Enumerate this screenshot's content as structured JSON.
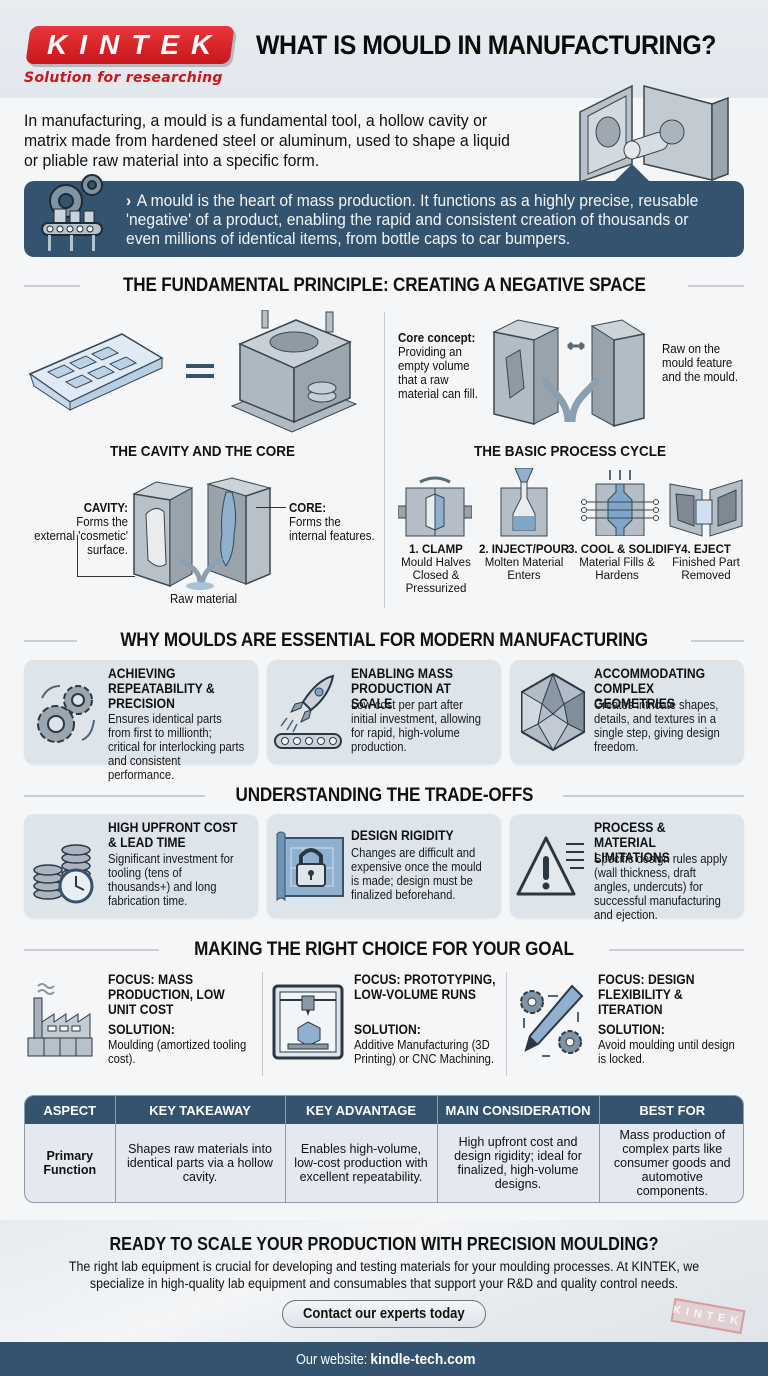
{
  "header": {
    "logo": "KINTEK",
    "tagline": "Solution for researching",
    "title": "WHAT IS MOULD IN MANUFACTURING?"
  },
  "intro": {
    "text": "In manufacturing, a mould is a fundamental tool, a hollow cavity or matrix made from hardened steel or aluminum, used to shape a liquid or pliable raw material into a specific form.",
    "callout": "A mould is the heart of mass production. It functions as a highly precise, reusable 'negative' of a product, enabling the rapid and consistent creation of thousands or even millions of identical items, from bottle caps to car bumpers.",
    "callout_chevron": "›"
  },
  "principle": {
    "title": "THE FUNDAMENTAL PRINCIPLE: CREATING A NEGATIVE SPACE",
    "equals": "=",
    "core_concept_label": "Core concept:",
    "core_concept_text": "Providing an empty volume that a raw material can fill.",
    "right_note": "Raw on the mould feature and the mould."
  },
  "cavity_core": {
    "title": "THE CAVITY AND THE CORE",
    "cavity_label": "CAVITY:",
    "cavity_text": "Forms the external 'cosmetic' surface.",
    "core_label": "CORE:",
    "core_text": "Forms the internal features.",
    "raw_label": "Raw material"
  },
  "process": {
    "title": "THE BASIC PROCESS CYCLE",
    "steps": [
      {
        "num": "1. CLAMP",
        "desc": "Mould Halves Closed & Pressurized"
      },
      {
        "num": "2. INJECT/POUR",
        "desc": "Molten Material Enters"
      },
      {
        "num": "3. COOL & SOLIDIFY",
        "desc": "Material Fills & Hardens"
      },
      {
        "num": "4. EJECT",
        "desc": "Finished Part Removed"
      }
    ]
  },
  "essential": {
    "title": "WHY MOULDS ARE ESSENTIAL FOR MODERN MANUFACTURING",
    "cards": [
      {
        "title": "ACHIEVING REPEATABILITY & PRECISION",
        "desc": "Ensures identical parts from first to millionth; critical for interlocking parts and consistent performance.",
        "icon": "gears-icon"
      },
      {
        "title": "ENABLING MASS PRODUCTION AT SCALE",
        "desc": "Low cost per part after initial investment, allowing for rapid, high-volume production.",
        "icon": "rocket-icon"
      },
      {
        "title": "ACCOMMODATING COMPLEX GEOMETRIES",
        "desc": "Creates intricate shapes, details, and textures in a single step, giving design freedom.",
        "icon": "polyhedron-icon"
      }
    ]
  },
  "tradeoffs": {
    "title": "UNDERSTANDING THE TRADE-OFFS",
    "cards": [
      {
        "title": "HIGH UPFRONT COST & LEAD TIME",
        "desc": "Significant investment for tooling (tens of thousands+) and long fabrication time.",
        "icon": "coins-clock-icon"
      },
      {
        "title": "DESIGN RIGIDITY",
        "desc": "Changes are difficult and expensive once the mould is made; design must be finalized beforehand.",
        "icon": "blueprint-lock-icon"
      },
      {
        "title": "PROCESS & MATERIAL LIMITATIONS",
        "desc": "Specific design rules apply (wall thickness, draft angles, undercuts) for successful manufacturing and ejection.",
        "icon": "warning-icon"
      }
    ]
  },
  "choice": {
    "title": "MAKING THE RIGHT CHOICE FOR YOUR GOAL",
    "solution_label": "SOLUTION:",
    "items": [
      {
        "focus": "FOCUS: MASS PRODUCTION, LOW UNIT COST",
        "solution": "Moulding (amortized tooling cost).",
        "icon": "factory-icon"
      },
      {
        "focus": "FOCUS: PROTOTYPING, LOW-VOLUME RUNS",
        "solution": "Additive Manufacturing (3D Printing) or CNC Machining.",
        "icon": "3d-printer-icon"
      },
      {
        "focus": "FOCUS: DESIGN FLEXIBILITY & ITERATION",
        "solution": "Avoid moulding until design is locked.",
        "icon": "pencil-gears-icon"
      }
    ]
  },
  "table": {
    "headers": [
      "ASPECT",
      "KEY TAKEAWAY",
      "KEY ADVANTAGE",
      "MAIN CONSIDERATION",
      "BEST FOR"
    ],
    "rows": [
      [
        "Primary Function",
        "Shapes raw materials into identical parts via a hollow cavity.",
        "Enables high-volume, low-cost production with excellent repeatability.",
        "High upfront cost and design rigidity; ideal for finalized, high-volume designs.",
        "Mass production of complex parts like consumer goods and automotive components."
      ]
    ]
  },
  "cta": {
    "title": "READY TO SCALE YOUR PRODUCTION WITH PRECISION MOULDING?",
    "text": "The right lab equipment is crucial for developing and testing materials for your moulding processes. At KINTEK, we specialize in high-quality lab equipment and consumables that support your R&D and quality control needs.",
    "button": "Contact our experts today",
    "stamp": "KINTEK"
  },
  "footer": {
    "label": "Our website: ",
    "url": "kindle-tech.com"
  },
  "colors": {
    "brand_red": "#c8161c",
    "navy": "#34536e",
    "card_bg": "#dde4ea",
    "page_bg": "#f4f6f8"
  }
}
